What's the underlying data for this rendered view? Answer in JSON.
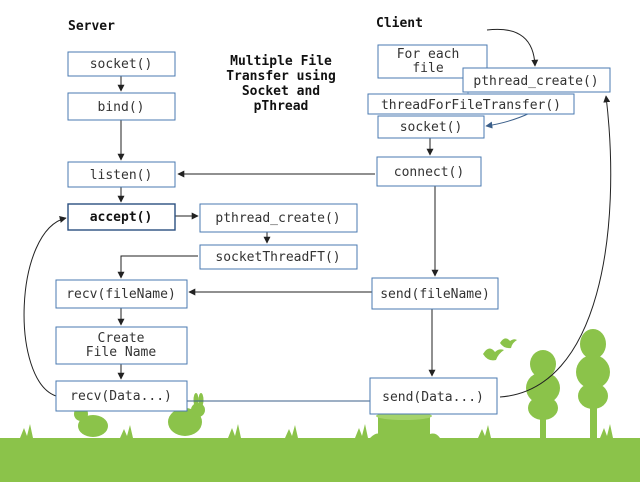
{
  "headers": {
    "server": "Server",
    "client": "Client"
  },
  "title": {
    "lines": [
      "Multiple File",
      "Transfer using",
      "Socket and",
      "pThread"
    ]
  },
  "server_nodes": {
    "socket": "socket()",
    "bind": "bind()",
    "listen": "listen()",
    "accept": "accept()",
    "pthread_create": "pthread_create()",
    "socket_thread": "socketThreadFT()",
    "recv_filename": "recv(fileName)",
    "create_filename": [
      "Create",
      "File Name"
    ],
    "recv_data": "recv(Data...)"
  },
  "client_nodes": {
    "for_each": [
      "For each",
      "file"
    ],
    "pthread_create": "pthread_create()",
    "thread_for_file": "threadForFileTransfer()",
    "socket": "socket()",
    "connect": "connect()",
    "send_filename": "send(fileName)",
    "send_data": "send(Data...)"
  },
  "colors": {
    "box_border": "#4a7ab0",
    "grass": "#8bc34a",
    "arrow": "#222222"
  },
  "decorations": [
    "grass-strip",
    "rabbit-silhouette",
    "tree-silhouette",
    "bird-silhouette",
    "stump-silhouette"
  ]
}
